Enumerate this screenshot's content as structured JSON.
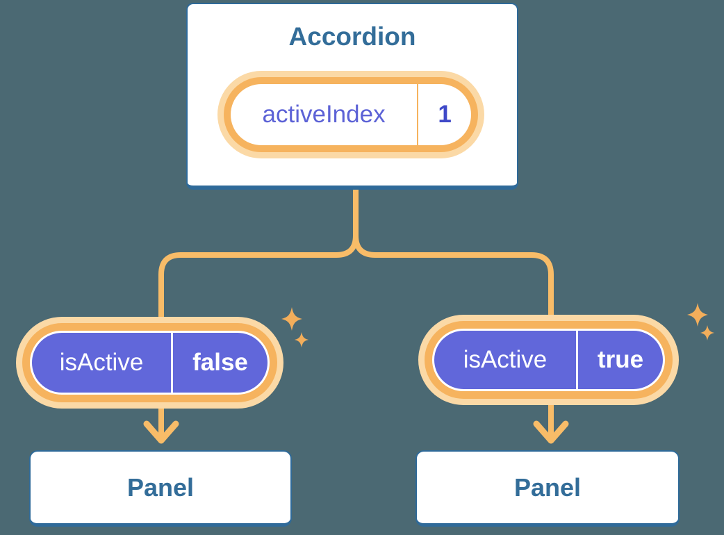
{
  "colors": {
    "canvas-bg": "#4b6973",
    "card-border": "#2f6a99",
    "heading-text": "#336d99",
    "line-orange": "#f8bc68",
    "ring-orange": "#f6b35e",
    "ring-glow": "#fbd9a6",
    "pill-purple": "#6167da",
    "prop-text": "#5c62d6",
    "value-text": "#3f49c8",
    "sparkle": "#f3ae5b"
  },
  "root": {
    "title": "Accordion",
    "state": {
      "name": "activeIndex",
      "value": "1"
    }
  },
  "children": [
    {
      "state": {
        "name": "isActive",
        "value": "false"
      },
      "panel": {
        "title": "Panel"
      }
    },
    {
      "state": {
        "name": "isActive",
        "value": "true"
      },
      "panel": {
        "title": "Panel"
      }
    }
  ]
}
